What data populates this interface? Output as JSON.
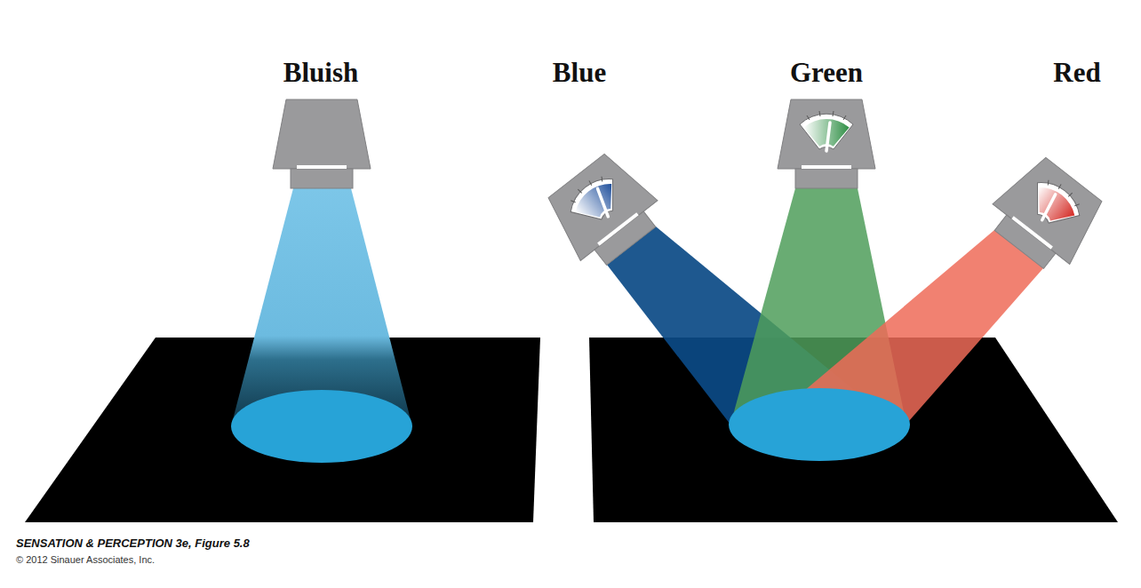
{
  "diagram": {
    "caption": "SENSATION & PERCEPTION 3e, Figure 5.8",
    "labels": [
      "Bluish",
      "Blue",
      "Green",
      "Red",
      "© 2012 Sinauer Associates, Inc."
    ]
  }
}
